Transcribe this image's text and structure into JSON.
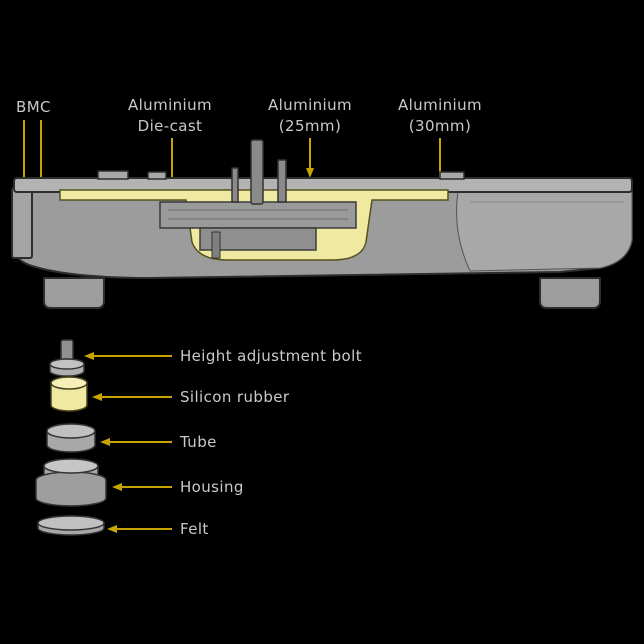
{
  "colors": {
    "background": "#000000",
    "accent_yellow": "#c7a400",
    "highlight_fill": "#f0e9a2",
    "label_text": "#c9c9c9",
    "body_gray": "#9e9e9e",
    "deck_gray": "#b3b3b3",
    "outline": "#2d2d2d"
  },
  "materials": [
    {
      "id": "bmc",
      "lines": [
        "BMC",
        ""
      ]
    },
    {
      "id": "aluminium-die-cast",
      "lines": [
        "Aluminium",
        "Die-cast"
      ]
    },
    {
      "id": "aluminium-25mm",
      "lines": [
        "Aluminium",
        "(25mm)"
      ]
    },
    {
      "id": "aluminium-30mm",
      "lines": [
        "Aluminium",
        "(30mm)"
      ]
    }
  ],
  "foot_parts": [
    {
      "id": "height-adjustment-bolt",
      "label": "Height adjustment bolt"
    },
    {
      "id": "silicon-rubber",
      "label": "Silicon rubber"
    },
    {
      "id": "tube",
      "label": "Tube"
    },
    {
      "id": "housing",
      "label": "Housing"
    },
    {
      "id": "felt",
      "label": "Felt"
    }
  ]
}
